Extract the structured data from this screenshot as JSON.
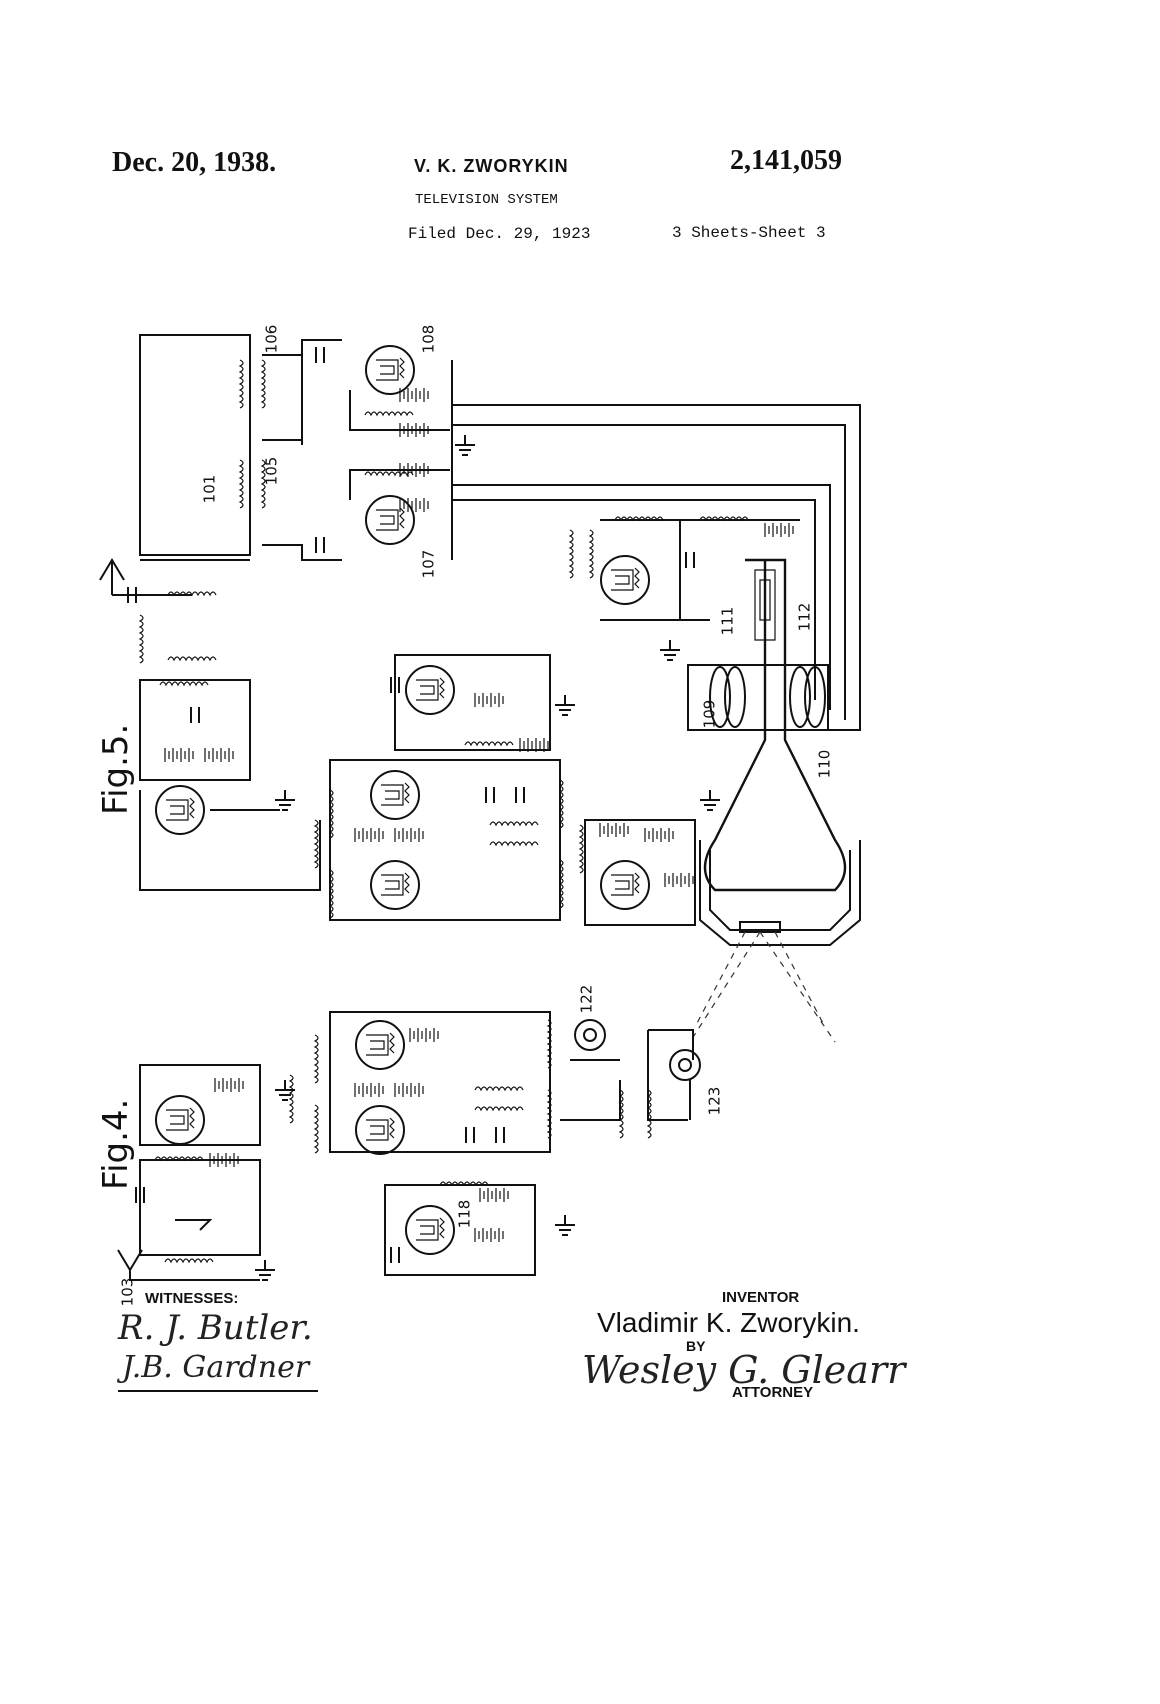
{
  "header": {
    "date": "Dec. 20, 1938.",
    "inventor": "V. K. ZWORYKIN",
    "patent_number": "2,141,059",
    "title": "TELEVISION SYSTEM",
    "filed": "Filed Dec. 29, 1923",
    "sheets": "3 Sheets-Sheet 3"
  },
  "figures": {
    "fig5": "Fig.5.",
    "fig4": "Fig.4."
  },
  "reference_numerals": [
    "101",
    "103",
    "105",
    "106",
    "107",
    "108",
    "109",
    "110",
    "111",
    "112",
    "118",
    "122",
    "123"
  ],
  "signatures": {
    "witnesses_label": "WITNESSES:",
    "witness_1": "R. J. Butler.",
    "witness_2": "J.B. Gardner",
    "inventor_label": "INVENTOR",
    "inventor_name": "Vladimir K. Zworykin.",
    "by_label": "BY",
    "attorney_signature": "Wesley G. Glearr",
    "attorney_label": "ATTORNEY"
  }
}
